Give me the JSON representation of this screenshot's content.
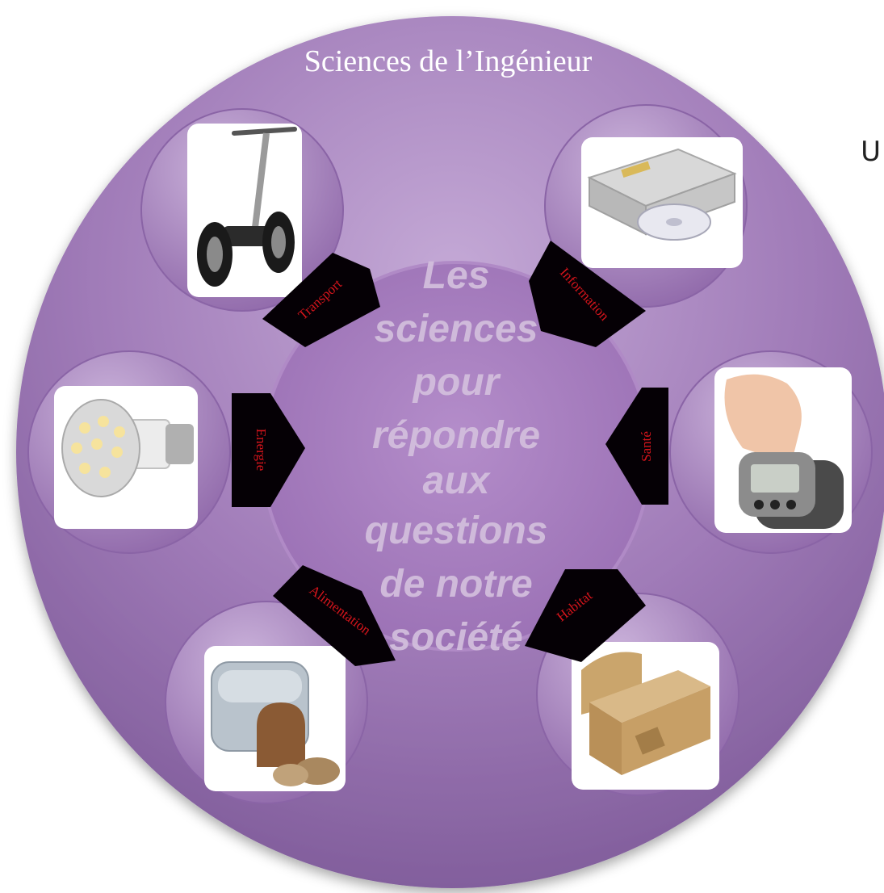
{
  "title": "Sciences de l’Ingénieur",
  "center_lines": [
    "Les",
    "sciences",
    "pour",
    "répondre",
    "aux",
    "questions",
    "de notre",
    "société"
  ],
  "themes": [
    {
      "label": "Transport",
      "picture": "segway-icon"
    },
    {
      "label": "Information",
      "picture": "cd-drive-icon"
    },
    {
      "label": "Santé",
      "picture": "blood-pressure-monitor-icon"
    },
    {
      "label": "Habitat",
      "picture": "cardboard-chair-icon"
    },
    {
      "label": "Alimentation",
      "picture": "bread-machine-icon"
    },
    {
      "label": "Energie",
      "picture": "led-bulb-icon"
    }
  ],
  "edge_text": "U",
  "colors": {
    "disc": "#9a74b2",
    "disc_light": "#c2a6d4",
    "center": "#a87fc0",
    "tab": "#050005",
    "label": "#d4141b"
  }
}
